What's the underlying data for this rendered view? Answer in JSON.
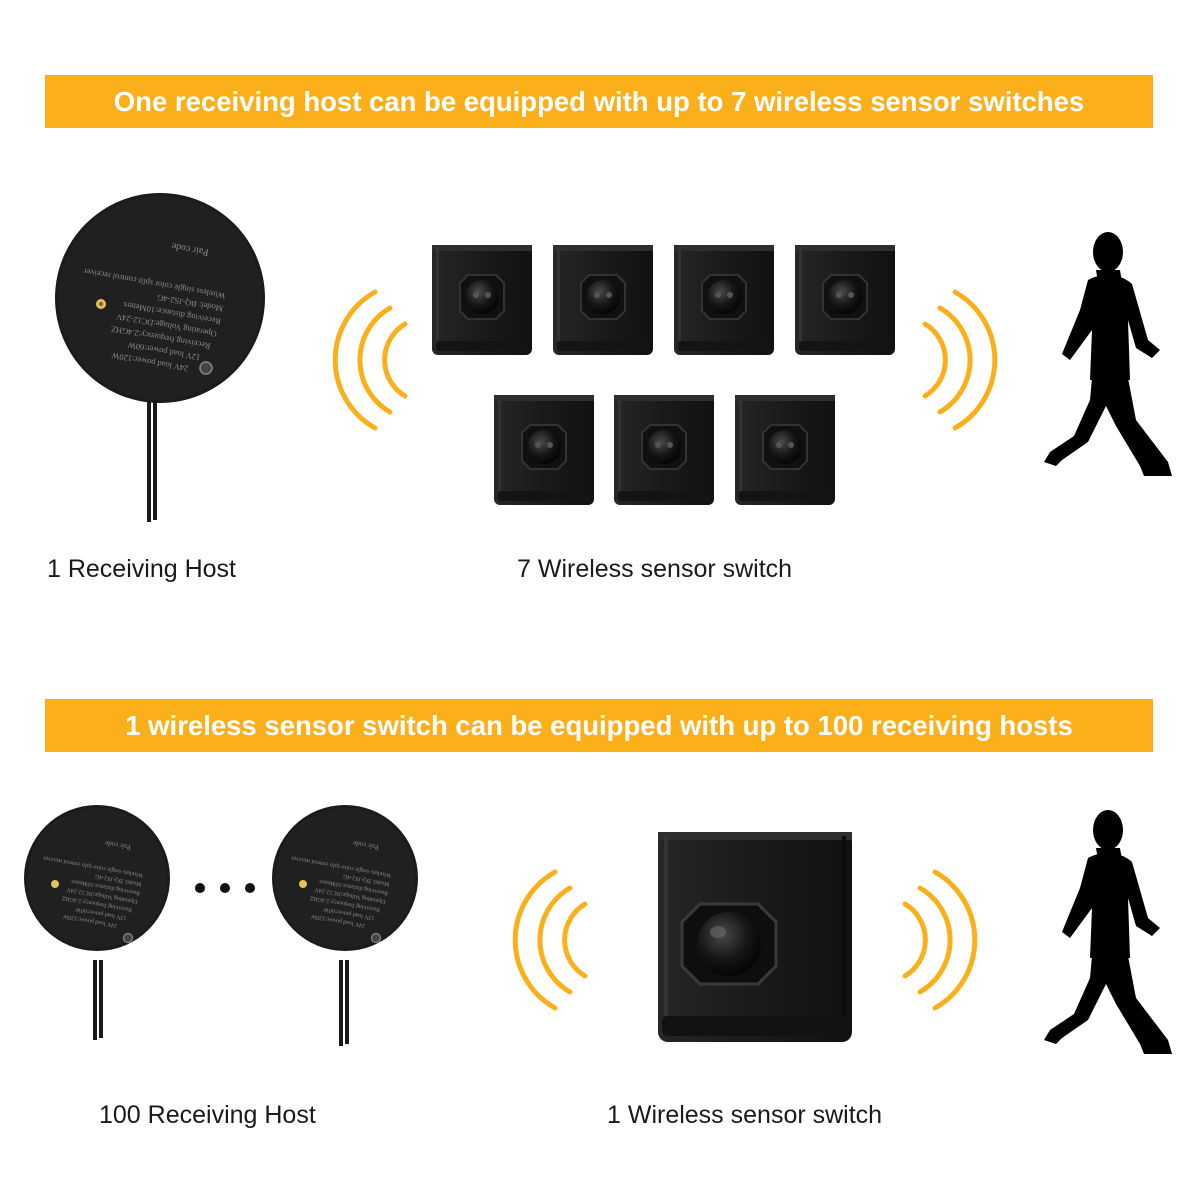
{
  "section1": {
    "banner": "One receiving host can be equipped with up to 7 wireless sensor switches",
    "host_label": "1 Receiving Host",
    "switch_label": "7 Wireless sensor switch"
  },
  "section2": {
    "banner": "1 wireless sensor switch can be equipped with up to 100 receiving hosts",
    "host_label": "100 Receiving Host",
    "switch_label": "1 Wireless sensor switch"
  },
  "host_device": {
    "label_lines": [
      "24V load power:120W",
      "12V load power:60W",
      "Receiving frequency:2.4GHZ",
      "Operating Voltage:DC12-24V",
      "Receiving distance:10Meters",
      "Model: BQ-JS2-4G",
      "Wireless single color split control receiver"
    ],
    "pair_label": "Pair code"
  },
  "colors": {
    "accent": "#fbb01b",
    "device": "#1c1c1c",
    "text": "#1a1a1a"
  },
  "icons": {
    "signal": "wireless-signal-icon",
    "person": "walking-person-icon",
    "ellipsis": "ellipsis-icon"
  }
}
